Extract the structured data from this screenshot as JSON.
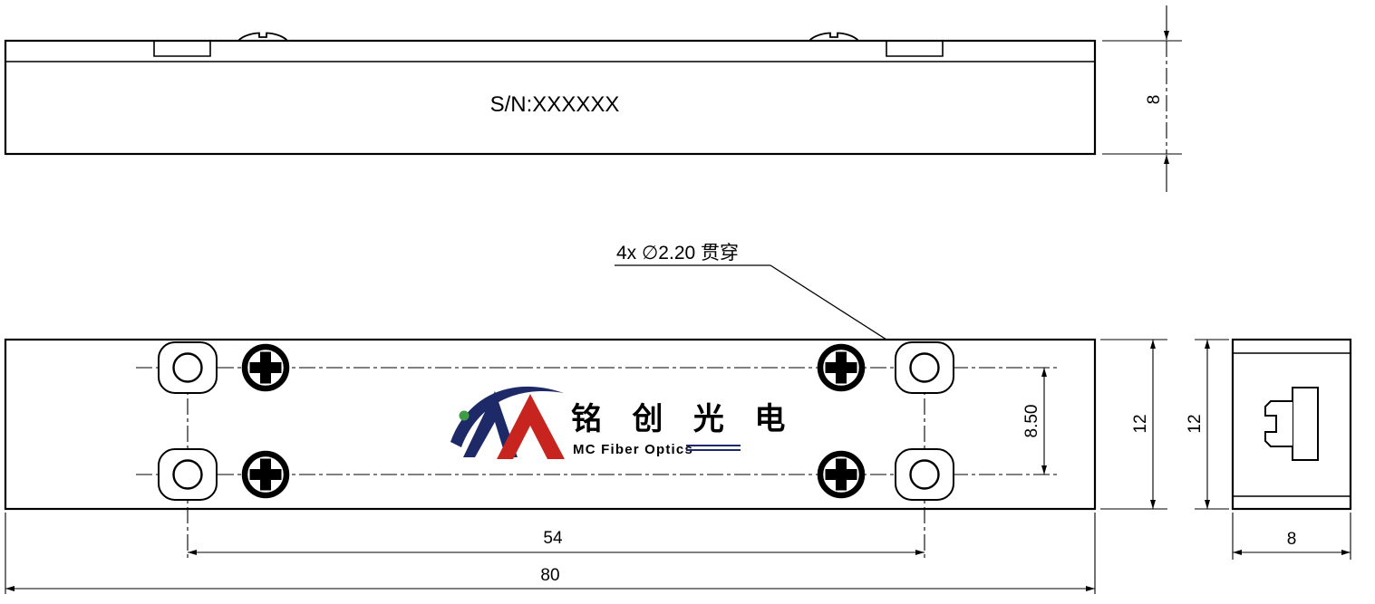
{
  "drawing": {
    "background": "#ffffff",
    "line_color": "#000000"
  },
  "top_view": {
    "serial_number": "S/N:XXXXXX",
    "thickness_dim": "8"
  },
  "hole_callout": {
    "text": "4x ∅2.20 贯穿"
  },
  "plan_view": {
    "row_spacing_dim": "8.50",
    "width_dim": "12",
    "hole_span_dim": "54",
    "length_dim": "80"
  },
  "side_view": {
    "width_dim": "12",
    "depth_dim": "8"
  },
  "logo": {
    "name_cn": "铭 创 光 电",
    "name_en": "MC Fiber Optics",
    "navy": "#1e2a68",
    "red": "#c8241f",
    "green": "#3f9b45"
  }
}
